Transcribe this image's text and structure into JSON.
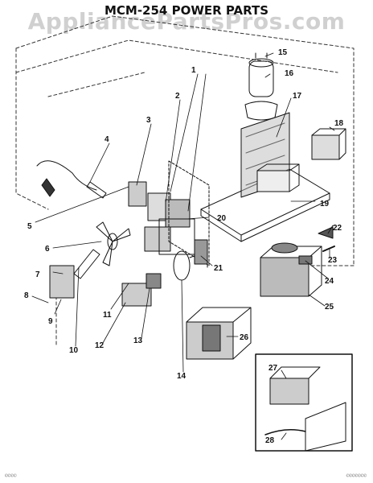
{
  "title": "MCM-254 POWER PARTS",
  "watermark": "AppliancePartsPros.com",
  "footer_left": "©©©©",
  "footer_right": "©©©©©©©",
  "callouts": [
    "1",
    "2",
    "3",
    "4",
    "5",
    "6",
    "7",
    "8",
    "9",
    "10",
    "11",
    "12",
    "13",
    "14",
    "15",
    "16",
    "17",
    "18",
    "19",
    "20",
    "21",
    "22",
    "23",
    "24",
    "25",
    "26",
    "27",
    "28"
  ]
}
